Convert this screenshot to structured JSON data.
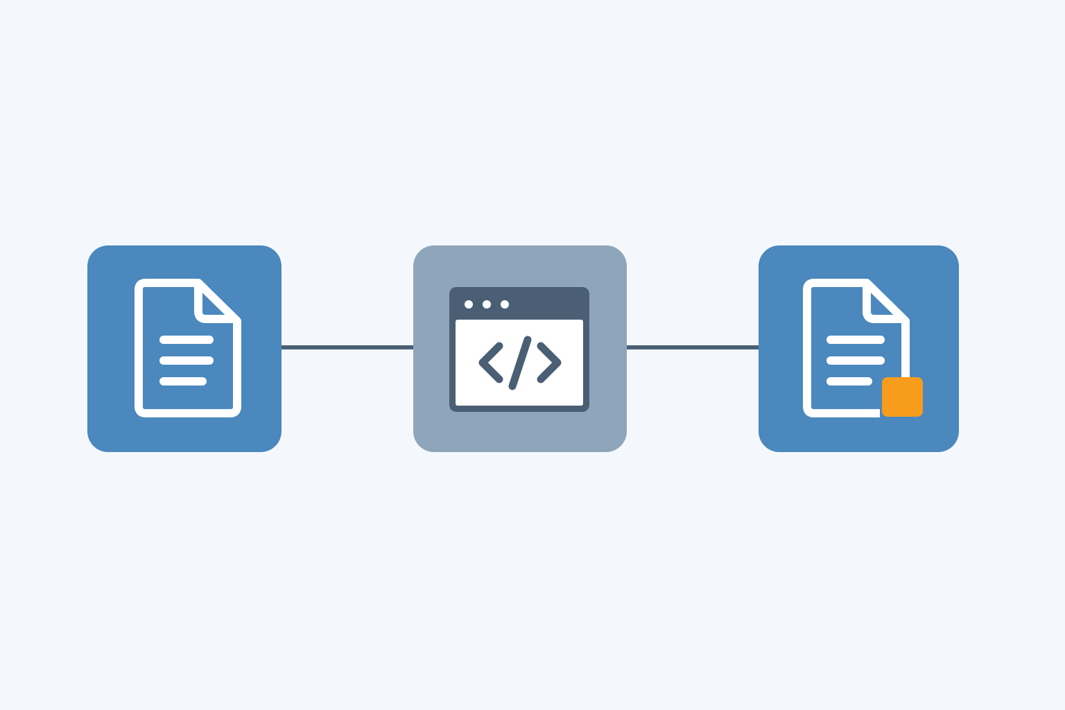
{
  "diagram": {
    "nodes": [
      {
        "id": "source",
        "icon": "document-icon"
      },
      {
        "id": "process",
        "icon": "code-window-icon"
      },
      {
        "id": "output",
        "icon": "document-with-badge-icon"
      }
    ],
    "edges": [
      {
        "from": "source",
        "to": "process"
      },
      {
        "from": "process",
        "to": "output"
      }
    ]
  },
  "colors": {
    "background": "#f4f8fc",
    "document_tile": "#4a88be",
    "process_tile": "#8fa5ba",
    "connector": "#4a5f74",
    "window_header": "#4a5f74",
    "icon_stroke": "#ffffff",
    "badge": "#f89c1c"
  }
}
